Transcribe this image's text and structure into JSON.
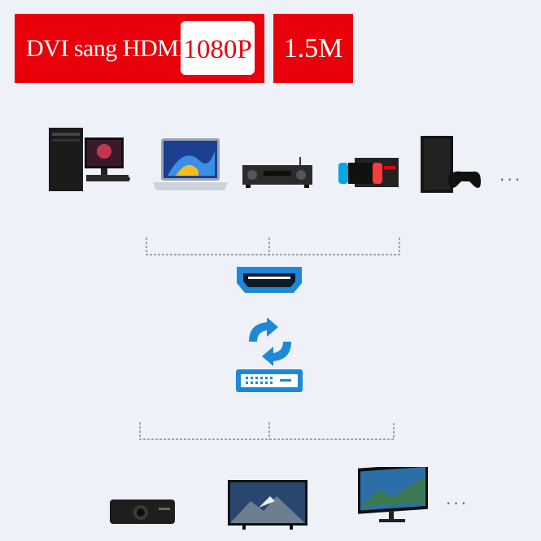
{
  "banner": {
    "title": "DVI sang HDMI",
    "resolution": "1080P",
    "length": "1.5M"
  },
  "sources": {
    "items": [
      "desktop-pc",
      "laptop",
      "av-receiver",
      "game-console-switch",
      "game-console-ps4"
    ],
    "more": "..."
  },
  "connectors": {
    "top": "hdmi-port-icon",
    "middle": "convert-arrows-icon",
    "bottom": "dvi-port-icon"
  },
  "displays": {
    "items": [
      "projector",
      "tv",
      "monitor"
    ],
    "more": "..."
  },
  "colors": {
    "brand_red": "#e8000b",
    "background": "#eef2f8",
    "connector_blue": "#1e88d8"
  }
}
